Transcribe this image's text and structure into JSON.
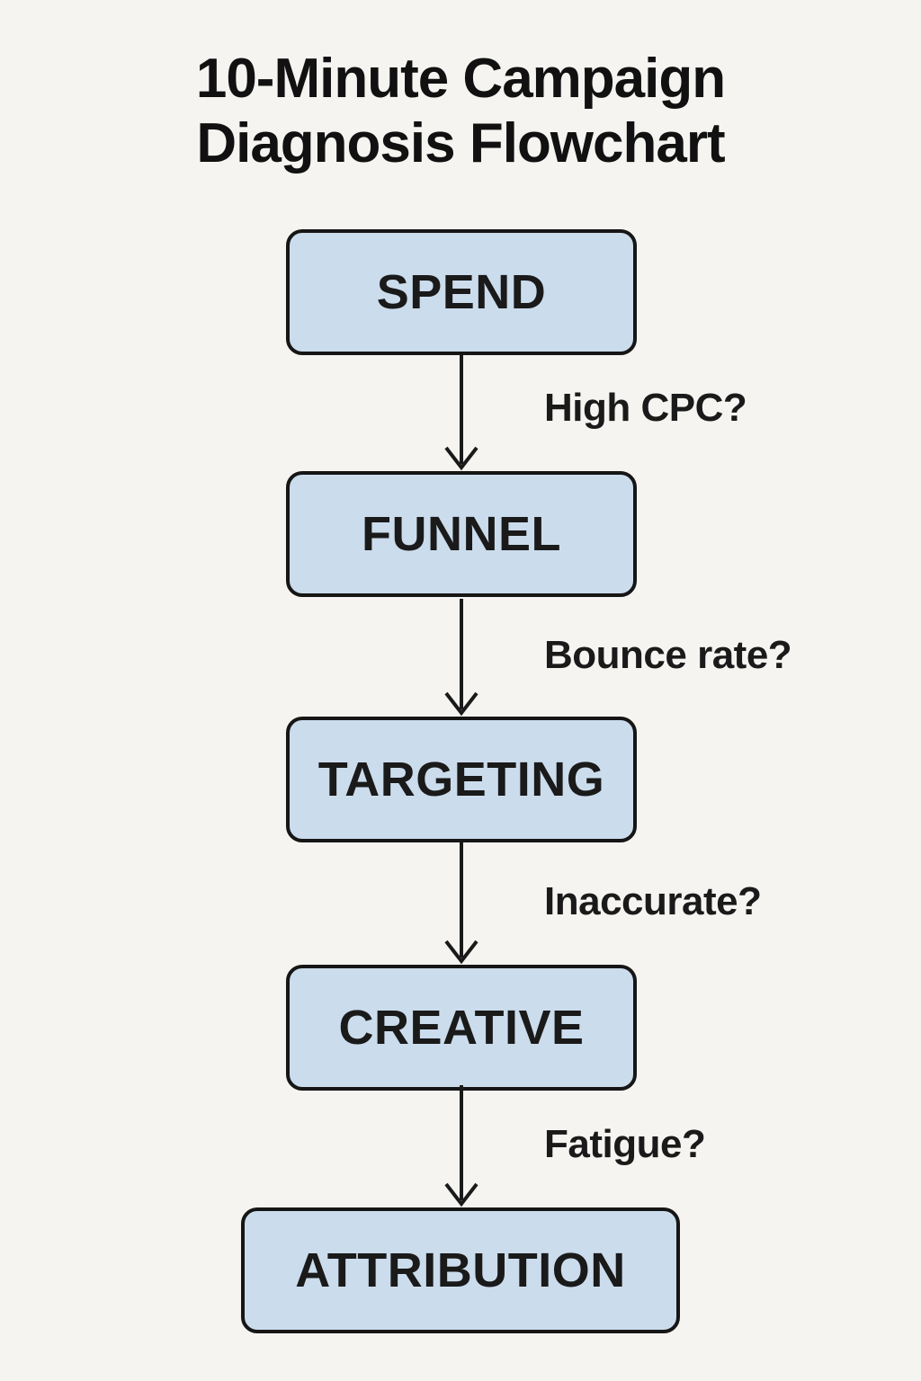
{
  "title": {
    "line1": "10-Minute Campaign",
    "line2": "Diagnosis Flowchart"
  },
  "flowchart": {
    "nodes": [
      {
        "label": "SPEND"
      },
      {
        "label": "FUNNEL"
      },
      {
        "label": "TARGETING"
      },
      {
        "label": "CREATIVE"
      },
      {
        "label": "ATTRIBUTION"
      }
    ],
    "edges": [
      {
        "from": "SPEND",
        "to": "FUNNEL",
        "label": "High CPC?"
      },
      {
        "from": "FUNNEL",
        "to": "TARGETING",
        "label": "Bounce rate?"
      },
      {
        "from": "TARGETING",
        "to": "CREATIVE",
        "label": "Inaccurate?"
      },
      {
        "from": "CREATIVE",
        "to": "ATTRIBUTION",
        "label": "Fatigue?"
      }
    ],
    "colors": {
      "background": "#f6f4f1",
      "node_fill": "#cbdcec",
      "node_border": "#161616",
      "text": "#1a1a1a"
    }
  }
}
